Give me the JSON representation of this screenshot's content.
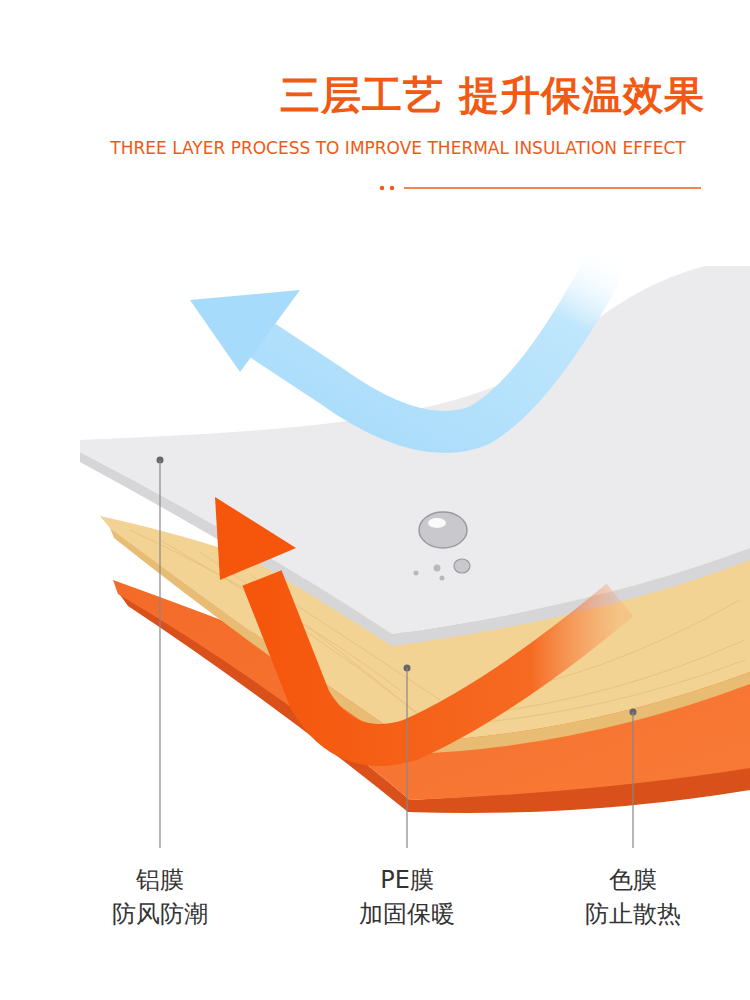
{
  "diagram": {
    "title": "三层工艺 提升保温效果",
    "labels": [
      "THREE LAYER PROCESS TO IMPROVE THERMAL INSULATION EFFECT",
      "铝膜",
      "防风防潮",
      "PE膜",
      "加固保暖",
      "色膜",
      "防止散热"
    ]
  }
}
